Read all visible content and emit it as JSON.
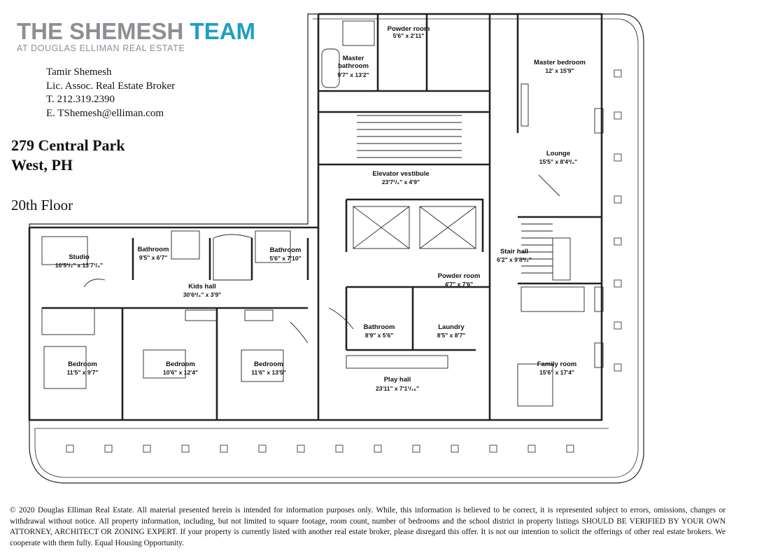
{
  "brand": {
    "name_part1": "THE SHEMESH ",
    "name_part2": "TEAM",
    "subline": "AT DOUGLAS ELLIMAN REAL ESTATE",
    "color_grey": "#8c8f93",
    "color_teal": "#1e9fc4"
  },
  "agent": {
    "name": "Tamir Shemesh",
    "title": "Lic. Assoc. Real Estate Broker",
    "phone": "T. 212.319.2390",
    "email": "E. TShemesh@elliman.com"
  },
  "listing": {
    "address_line1": "279 Central Park",
    "address_line2": "West, PH",
    "floor": "20th Floor"
  },
  "rooms": [
    {
      "id": "powder-room-top",
      "name": "Powder room",
      "dims": "5'6\" x 2'11\""
    },
    {
      "id": "master-bathroom",
      "name": "Master",
      "name2": "bathroom",
      "dims": "9'7\" x 13'2\""
    },
    {
      "id": "master-bedroom",
      "name": "Master bedroom",
      "dims": "12' x 15'9\""
    },
    {
      "id": "lounge",
      "name": "Lounge",
      "dims": "15'5\" x 8'4³/₄\""
    },
    {
      "id": "elevator-vestibule",
      "name": "Elevator vestibule",
      "dims": "23'7¹/₂\" x 4'9\""
    },
    {
      "id": "studio",
      "name": "Studio",
      "dims": "10'5¹/₂\" x 13'7¹/₄\""
    },
    {
      "id": "bathroom-studio",
      "name": "Bathroom",
      "dims": "9'5\" x 6'7\""
    },
    {
      "id": "bathroom-kids",
      "name": "Bathroom",
      "dims": "5'6\" x 7'10\""
    },
    {
      "id": "kids-hall",
      "name": "Kids hall",
      "dims": "30'6³/₄\" x 3'9\""
    },
    {
      "id": "stair-hall",
      "name": "Stair hall",
      "dims": "6'2\" x 9'8³/₄\""
    },
    {
      "id": "powder-room-mid",
      "name": "Powder room",
      "dims": "4'7\" x 7'6\""
    },
    {
      "id": "bathroom-play",
      "name": "Bathroom",
      "dims": "8'9\" x 5'6\""
    },
    {
      "id": "laundry",
      "name": "Laundry",
      "dims": "8'5\" x 8'7\""
    },
    {
      "id": "bedroom-1",
      "name": "Bedroom",
      "dims": "11'5\" x 9'7\""
    },
    {
      "id": "bedroom-2",
      "name": "Bedroom",
      "dims": "10'6\" x 12'4\""
    },
    {
      "id": "bedroom-3",
      "name": "Bedroom",
      "dims": "11'6\" x 13'5\""
    },
    {
      "id": "family-room",
      "name": "Family room",
      "dims": "15'6\" x 17'4\""
    },
    {
      "id": "play-hall",
      "name": "Play hall",
      "dims": "23'11\" x 7'1¹/₁₆\""
    }
  ],
  "disclaimer": "© 2020 Douglas Elliman Real Estate. All material presented herein is intended for information purposes only. While, this information is believed to be correct, it is represented subject to errors, omissions, changes or withdrawal without notice. All property information, including, but not limited to square footage, room count, number of bedrooms and the school district in property listings SHOULD BE VERIFIED BY YOUR OWN ATTORNEY, ARCHITECT OR ZONING EXPERT. If your property is currently listed with another real estate broker, please disregard this offer. It is not our intention to solicit the offerings of other real estate brokers. We cooperate with them fully. Equal Housing Opportunity."
}
